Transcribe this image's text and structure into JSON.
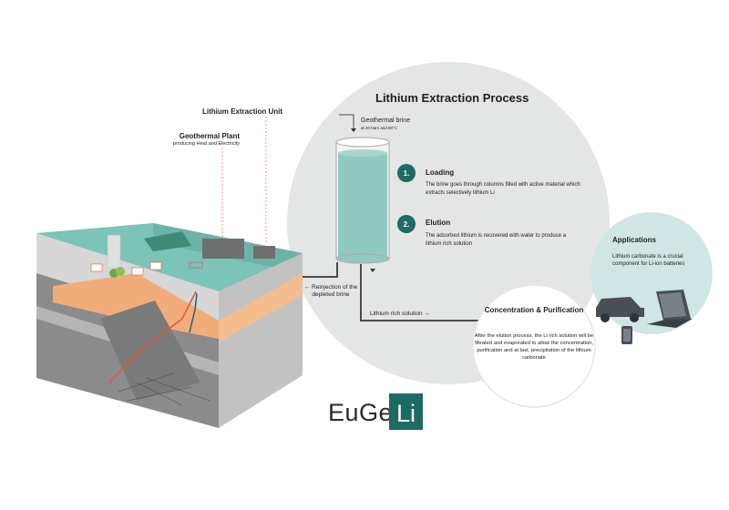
{
  "process": {
    "title": "Lithium Extraction Process",
    "brine_label": "Geothermal brine",
    "brine_sub": "at 20 bars and 80°C",
    "steps": [
      {
        "num": "1.",
        "title": "Loading",
        "desc": "The brine goes through columns filled with active material which extracts selectively lithium Li"
      },
      {
        "num": "2.",
        "title": "Elution",
        "desc": "The adsorbed lithium is recovered with water to produce a lithium rich solution"
      }
    ]
  },
  "surface": {
    "unit_label": "Lithium Extraction Unit",
    "plant_label": "Geothermal Plant",
    "plant_sub": "producing Heat and Electricity"
  },
  "flows": {
    "reinjection": "← Reinjection of the depleted brine",
    "rich_solution": "Lithium rich solution →"
  },
  "concentration": {
    "title": "Concentration & Purification",
    "desc": "After the elution process, the Li rich solution will be filtrated and evaporated to allow the concentration, purification and at last, precipitation of the lithium carbonate"
  },
  "applications": {
    "title": "Applications",
    "desc": "Lithium carbonate is a crucial component for Li-ion batteries"
  },
  "logo": {
    "text_main": "EuGe",
    "text_box": "Li"
  },
  "colors": {
    "teal_dark": "#1d6b63",
    "teal_light": "#8fc9bf",
    "circle_gray": "#e4e5e5",
    "app_circle": "#cfe6e5",
    "soil_orange": "#f0ad7a",
    "rock_gray": "#9a9a9a",
    "fault_red": "#e5533d"
  }
}
